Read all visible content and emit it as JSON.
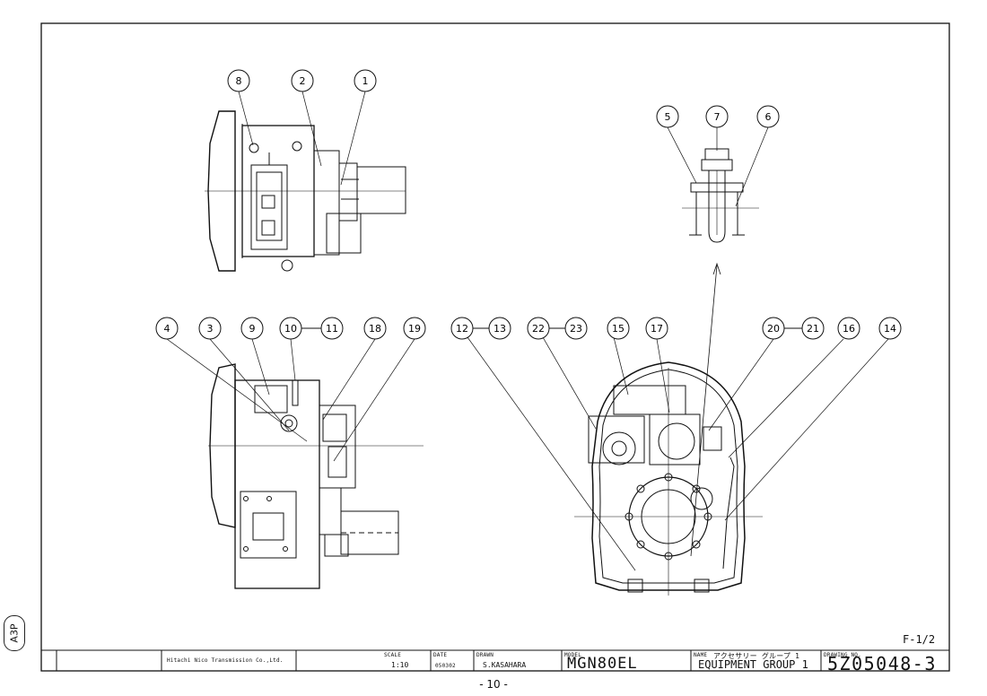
{
  "title_block": {
    "company": "Hitachi Nico Transmission Co.,Ltd.",
    "scale_label": "SCALE",
    "scale_value": "1:10",
    "date_label": "DATE",
    "date_value": "050302",
    "drawn_label": "DRAWN",
    "drawn_value": "S.KASAHARA",
    "model_label": "MODEL",
    "model_value": "MGN80EL",
    "name_label": "NAME",
    "name_japanese": "アクセサリー グループ 1",
    "name_english": "EQUIPMENT GROUP 1",
    "drawing_no_label": "DRAWING NO.",
    "drawing_no_value": "5Z05048-3"
  },
  "sheet_id": "F-1/2",
  "page_number": "- 10 -",
  "paper_size_mark": "A3P",
  "callouts": {
    "top_view": [
      "8",
      "2",
      "1"
    ],
    "detail_view": [
      "5",
      "7",
      "6"
    ],
    "side_view": [
      "4",
      "3",
      "9",
      "10",
      "11",
      "18",
      "19"
    ],
    "front_view": [
      "12",
      "13",
      "22",
      "23",
      "15",
      "17",
      "20",
      "21",
      "16",
      "14"
    ]
  },
  "colors": {
    "line": "#111111",
    "paper": "#ffffff"
  }
}
